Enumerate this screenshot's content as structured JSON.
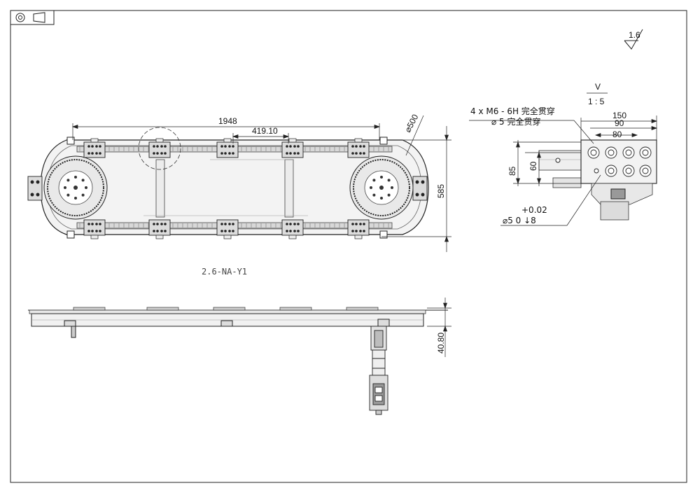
{
  "drawing": {
    "colors": {
      "line": "#222222",
      "light": "#888888",
      "fill": "#e4e4e4",
      "dark": "#555555"
    },
    "title_label": "2.6-NA-Y1",
    "surface_mark": "1.6",
    "detail_mark_top": "V",
    "detail_mark_bottom": "1 : 5",
    "dims": {
      "overall_length": "1948",
      "pitch": "419.10",
      "radius": "⌀500",
      "height": "585",
      "side_height": "40.80",
      "w150": "150",
      "w90": "90",
      "w80": "80",
      "h85": "85",
      "h60": "60"
    },
    "notes": {
      "thread": "4 x  M6 - 6H 完全贯穿",
      "thread_hole": "⌀ 5 完全贯穿",
      "pin_tol": "+0.02",
      "pin": "⌀5   0    ↓8"
    },
    "icons": [
      "projection-symbol-icon",
      "surface-finish-icon"
    ]
  }
}
